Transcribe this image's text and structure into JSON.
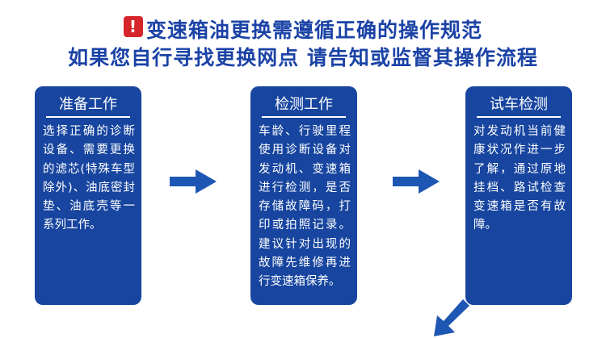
{
  "header": {
    "warning_icon": "exclamation-mark",
    "line1": "变速箱油更换需遵循正确的操作规范",
    "line2": "如果您自行寻找更换网点 请告知或监督其操作流程"
  },
  "colors": {
    "card": "#17459f",
    "heading": "#1b43a6",
    "arrow": "#1e56b4",
    "warning": "#d7262b"
  },
  "steps": [
    {
      "title": "准备工作",
      "body": "选择正确的诊断设备、需要更换的滤芯(特殊车型除外)、油底密封垫、油底壳等一系列工作。"
    },
    {
      "title": "检测工作",
      "body": "车龄、行驶里程使用诊断设备对发动机、变速箱进行检测，是否存储故障码，打印或拍照记录。建议针对出现的故障先维修再进行变速箱保养。"
    },
    {
      "title": "试车检测",
      "body": "对发动机当前健康状况作进一步了解，通过原地挂档、路试检查变速箱是否有故障。"
    }
  ]
}
